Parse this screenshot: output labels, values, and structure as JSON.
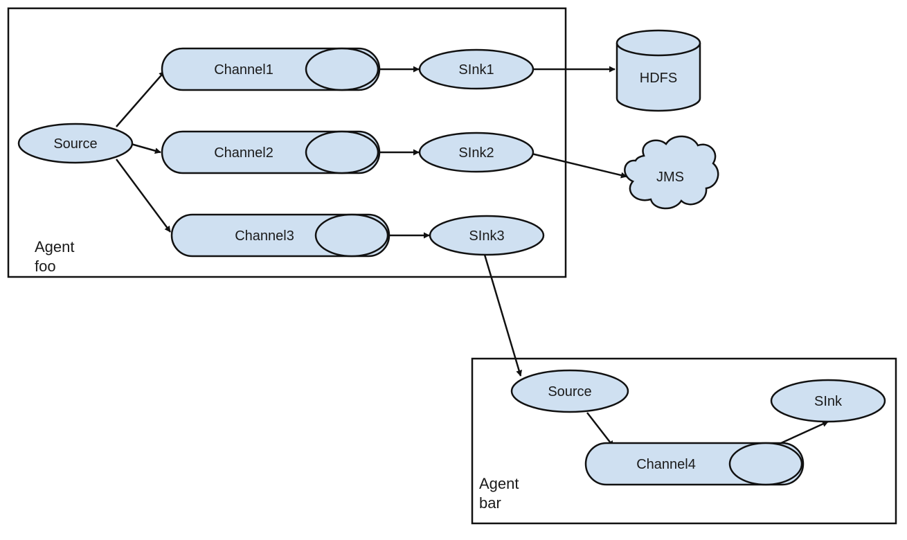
{
  "agents": {
    "foo": {
      "line1": "Agent",
      "line2": "foo"
    },
    "bar": {
      "line1": "Agent",
      "line2": "bar"
    }
  },
  "foo": {
    "source": "Source",
    "channel1": "Channel1",
    "channel2": "Channel2",
    "channel3": "Channel3",
    "sink1": "SInk1",
    "sink2": "SInk2",
    "sink3": "SInk3"
  },
  "external": {
    "hdfs": "HDFS",
    "jms": "JMS"
  },
  "bar": {
    "source": "Source",
    "channel4": "Channel4",
    "sink": "SInk"
  },
  "colors": {
    "node_fill": "#cfe0f1",
    "stroke": "#111111"
  }
}
